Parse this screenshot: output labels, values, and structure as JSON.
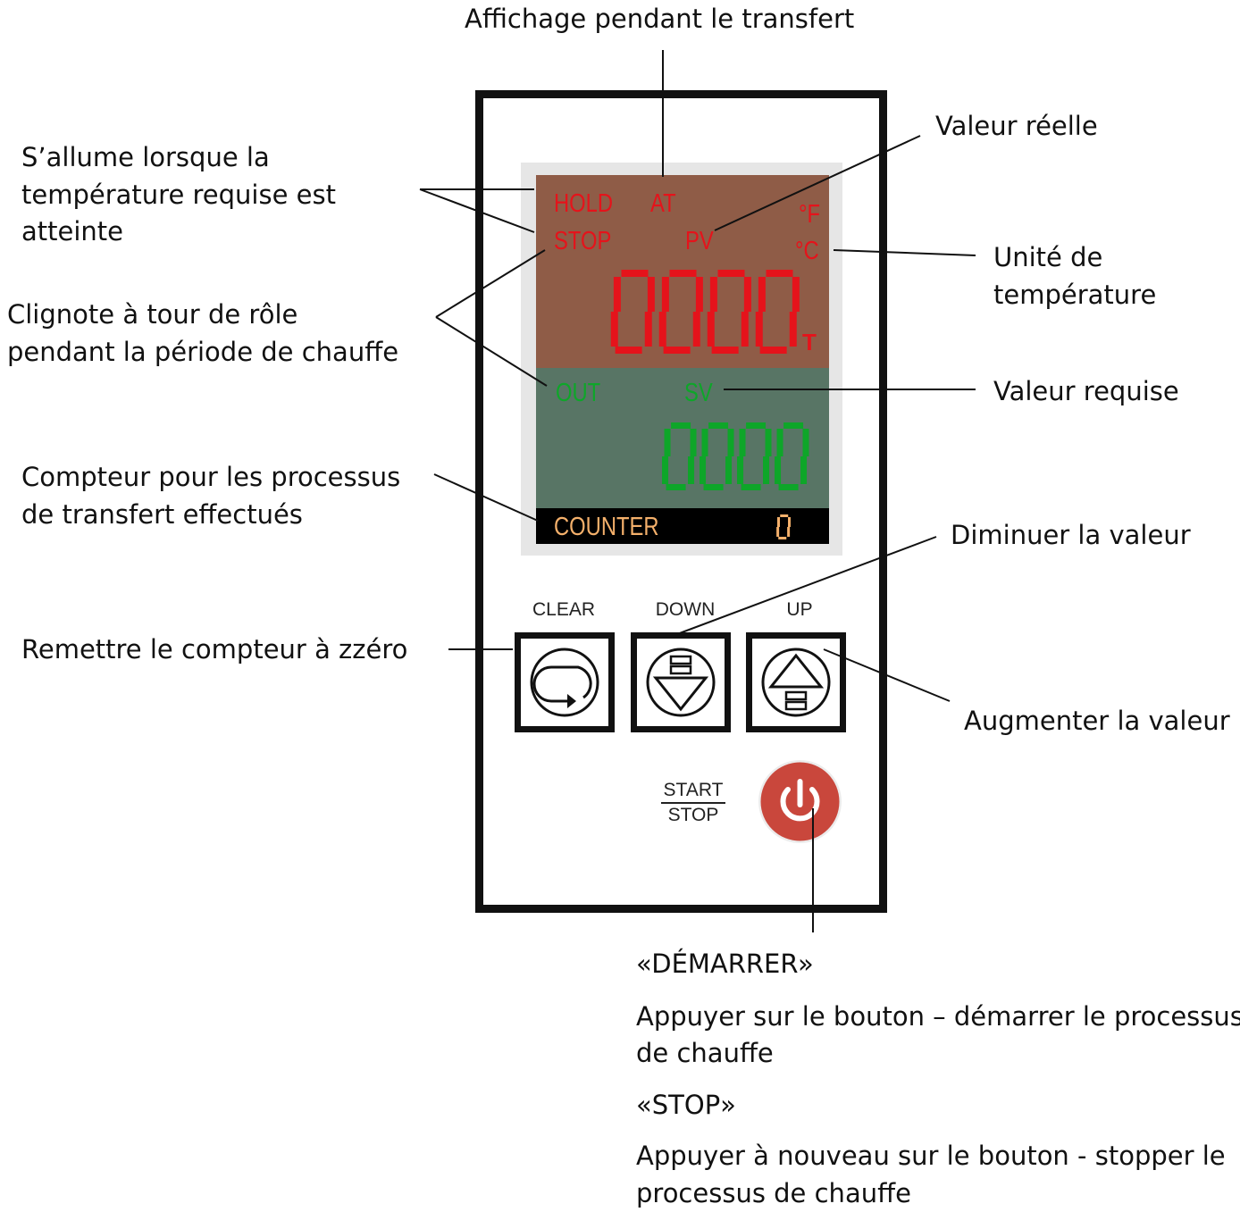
{
  "annotations": {
    "transfer_display": "Affichage pendant le transfert",
    "real_value": "Valeur réelle",
    "lights_up": [
      "S’allume lorsque la",
      "température requise est",
      "atteinte"
    ],
    "temp_unit": [
      "Unité de",
      "température"
    ],
    "blinks": [
      "Clignote à tour de rôle",
      "pendant la période de chauffe"
    ],
    "required_value": "Valeur requise",
    "counter_desc": [
      "Compteur pour les processus",
      "de transfert effectués"
    ],
    "decrease": "Diminuer la valeur",
    "reset_counter": "Remettre le compteur à  zzéro",
    "increase": "Augmenter la valeur",
    "start_heading": "«DÉMARRER»",
    "start_desc": [
      "Appuyer sur le bouton – démarrer le processus",
      "de chauffe"
    ],
    "stop_heading": "«STOP»",
    "stop_desc": [
      "Appuyer à nouveau sur le bouton - stopper le",
      "processus de chauffe"
    ]
  },
  "display": {
    "hold": "HOLD",
    "at": "AT",
    "stop": "STOP",
    "pv": "PV",
    "deg_f": "°F",
    "deg_c": "°C",
    "pv_value": "0000",
    "t_label": "T",
    "out": "OUT",
    "sv": "SV",
    "sv_value": "0000",
    "counter_label": "COUNTER",
    "counter_value": "0"
  },
  "buttons": {
    "clear": "CLEAR",
    "down": "DOWN",
    "up": "UP",
    "start": "START",
    "stop": "STOP"
  },
  "colors": {
    "lcd_red": "#e5131b",
    "lcd_green": "#0ea629",
    "counter_digit": "#f4b06b",
    "power_button": "#c9473c"
  }
}
